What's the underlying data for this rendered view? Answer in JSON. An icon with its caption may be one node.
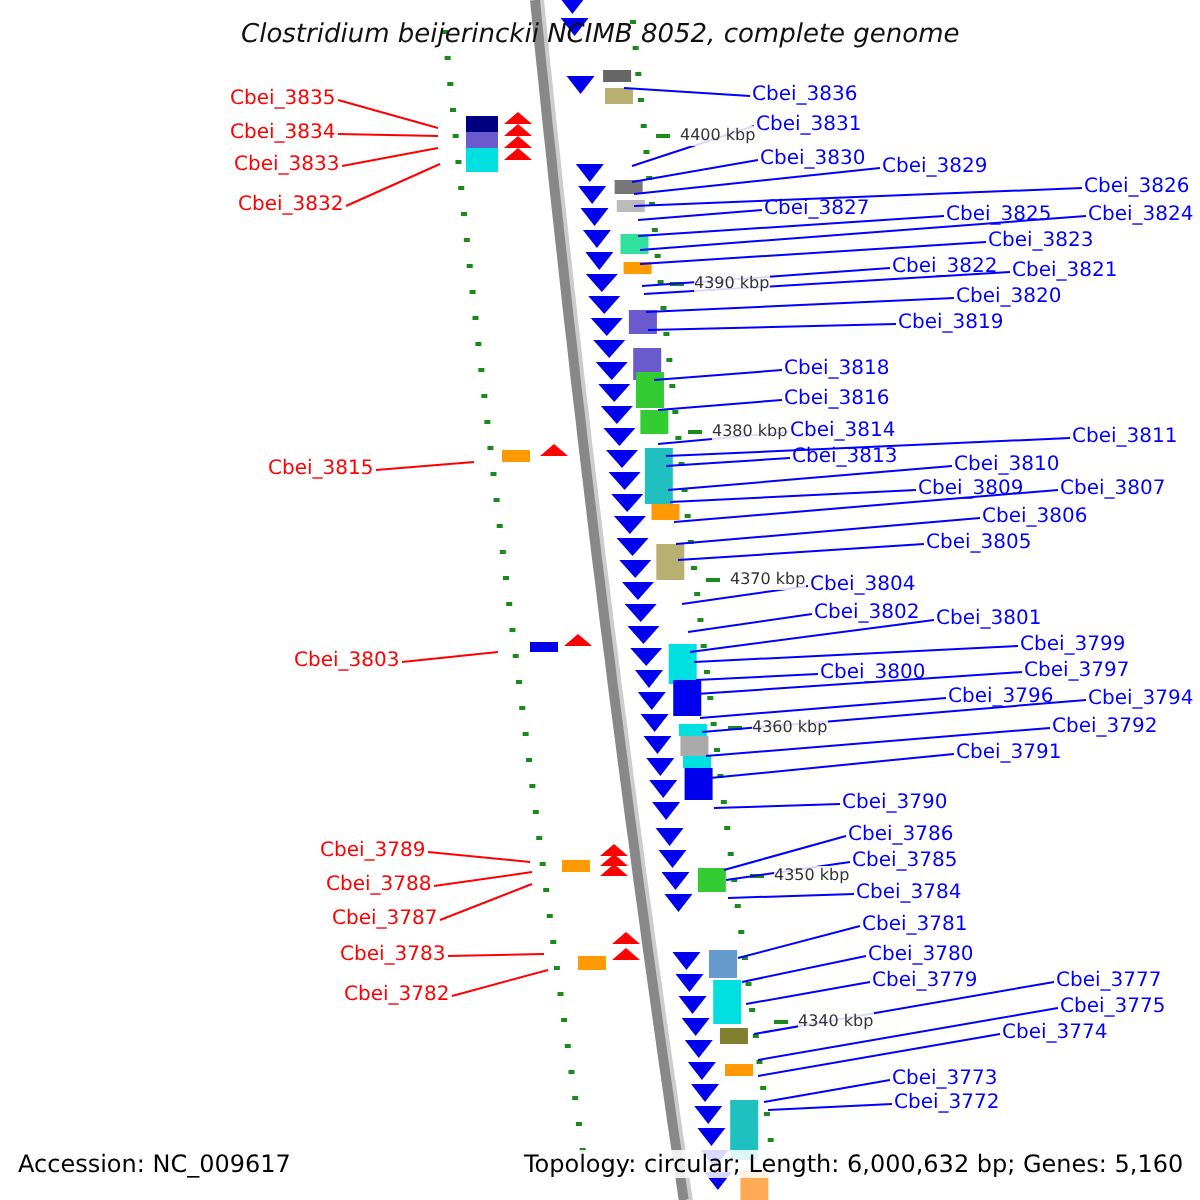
{
  "diagram": {
    "title": "Clostridium beijerinckii NCIMB 8052, complete genome",
    "nodes": [
      {
        "text": [
          "Cbei_3835"
        ]
      },
      {
        "text": [
          "Cbei_3834"
        ]
      },
      {
        "text": [
          "Cbei_3833"
        ]
      },
      {
        "text": [
          "Cbei_3832"
        ]
      },
      {
        "text": [
          "Cbei_3815"
        ]
      },
      {
        "text": [
          "Cbei_3803"
        ]
      },
      {
        "text": [
          "Cbei_3789"
        ]
      },
      {
        "text": [
          "Cbei_3788"
        ]
      },
      {
        "text": [
          "Cbei_3787"
        ]
      },
      {
        "text": [
          "Cbei_3783"
        ]
      },
      {
        "text": [
          "Cbei_3782"
        ]
      },
      {
        "text": [
          "Cbei_3836"
        ]
      },
      {
        "text": [
          "Cbei_3831"
        ]
      },
      {
        "text": [
          "Cbei_3830"
        ]
      },
      {
        "text": [
          "Cbei_3829"
        ]
      },
      {
        "text": [
          "Cbei_3826"
        ]
      },
      {
        "text": [
          "Cbei_3827"
        ]
      },
      {
        "text": [
          "Cbei_3825"
        ]
      },
      {
        "text": [
          "Cbei_3824"
        ]
      },
      {
        "text": [
          "Cbei_3823"
        ]
      },
      {
        "text": [
          "Cbei_3822"
        ]
      },
      {
        "text": [
          "Cbei_3821"
        ]
      },
      {
        "text": [
          "Cbei_3820"
        ]
      },
      {
        "text": [
          "Cbei_3819"
        ]
      },
      {
        "text": [
          "Cbei_3818"
        ]
      },
      {
        "text": [
          "Cbei_3816"
        ]
      },
      {
        "text": [
          "Cbei_3814"
        ]
      },
      {
        "text": [
          "Cbei_3811"
        ]
      },
      {
        "text": [
          "Cbei_3813"
        ]
      },
      {
        "text": [
          "Cbei_3810"
        ]
      },
      {
        "text": [
          "Cbei_3809"
        ]
      },
      {
        "text": [
          "Cbei_3807"
        ]
      },
      {
        "text": [
          "Cbei_3806"
        ]
      },
      {
        "text": [
          "Cbei_3805"
        ]
      },
      {
        "text": [
          "Cbei_3804"
        ]
      },
      {
        "text": [
          "Cbei_3802"
        ]
      },
      {
        "text": [
          "Cbei_3801"
        ]
      },
      {
        "text": [
          "Cbei_3799"
        ]
      },
      {
        "text": [
          "Cbei_3800"
        ]
      },
      {
        "text": [
          "Cbei_3797"
        ]
      },
      {
        "text": [
          "Cbei_3796"
        ]
      },
      {
        "text": [
          "Cbei_3794"
        ]
      },
      {
        "text": [
          "Cbei_3792"
        ]
      },
      {
        "text": [
          "Cbei_3791"
        ]
      },
      {
        "text": [
          "Cbei_3790"
        ]
      },
      {
        "text": [
          "Cbei_3786"
        ]
      },
      {
        "text": [
          "Cbei_3785"
        ]
      },
      {
        "text": [
          "Cbei_3784"
        ]
      },
      {
        "text": [
          "Cbei_3781"
        ]
      },
      {
        "text": [
          "Cbei_3780"
        ]
      },
      {
        "text": [
          "Cbei_3779"
        ]
      },
      {
        "text": [
          "Cbei_3777"
        ]
      },
      {
        "text": [
          "Cbei_3775"
        ]
      },
      {
        "text": [
          "Cbei_3774"
        ]
      },
      {
        "text": [
          "Cbei_3773"
        ]
      },
      {
        "text": [
          "Cbei_3772"
        ]
      }
    ],
    "edges": [
      {
        "from": 0,
        "to": null,
        "arrow": "none",
        "color": "#ff0000"
      },
      {
        "from": 1,
        "to": null,
        "arrow": "none",
        "color": "#ff0000"
      },
      {
        "from": 2,
        "to": null,
        "arrow": "none",
        "color": "#ff0000"
      },
      {
        "from": 3,
        "to": null,
        "arrow": "none",
        "color": "#ff0000"
      },
      {
        "from": 4,
        "to": null,
        "arrow": "none",
        "color": "#ff0000"
      },
      {
        "from": 5,
        "to": null,
        "arrow": "none",
        "color": "#ff0000"
      },
      {
        "from": 6,
        "to": null,
        "arrow": "none",
        "color": "#ff0000"
      },
      {
        "from": 7,
        "to": null,
        "arrow": "none",
        "color": "#ff0000"
      },
      {
        "from": 8,
        "to": null,
        "arrow": "none",
        "color": "#ff0000"
      },
      {
        "from": 9,
        "to": null,
        "arrow": "none",
        "color": "#ff0000"
      },
      {
        "from": 10,
        "to": null,
        "arrow": "none",
        "color": "#ff0000"
      },
      {
        "from": 11,
        "to": null,
        "arrow": "none"
      },
      {
        "from": 12,
        "to": null,
        "arrow": "none"
      },
      {
        "from": 13,
        "to": null,
        "arrow": "none"
      },
      {
        "from": 14,
        "to": null,
        "arrow": "none"
      },
      {
        "from": 15,
        "to": null,
        "arrow": "none"
      },
      {
        "from": 16,
        "to": null,
        "arrow": "none"
      },
      {
        "from": 17,
        "to": null,
        "arrow": "none"
      },
      {
        "from": 18,
        "to": null,
        "arrow": "none"
      },
      {
        "from": 19,
        "to": null,
        "arrow": "none"
      },
      {
        "from": 20,
        "to": null,
        "arrow": "none"
      },
      {
        "from": 21,
        "to": null,
        "arrow": "none"
      },
      {
        "from": 22,
        "to": null,
        "arrow": "none"
      },
      {
        "from": 23,
        "to": null,
        "arrow": "none"
      },
      {
        "from": 24,
        "to": null,
        "arrow": "none"
      },
      {
        "from": 25,
        "to": null,
        "arrow": "none"
      },
      {
        "from": 26,
        "to": null,
        "arrow": "none"
      },
      {
        "from": 27,
        "to": null,
        "arrow": "none"
      },
      {
        "from": 28,
        "to": null,
        "arrow": "none"
      },
      {
        "from": 29,
        "to": null,
        "arrow": "none"
      },
      {
        "from": 30,
        "to": null,
        "arrow": "none"
      },
      {
        "from": 31,
        "to": null,
        "arrow": "none"
      },
      {
        "from": 32,
        "to": null,
        "arrow": "none"
      },
      {
        "from": 33,
        "to": null,
        "arrow": "none"
      },
      {
        "from": 34,
        "to": null,
        "arrow": "none"
      },
      {
        "from": 35,
        "to": null,
        "arrow": "none"
      },
      {
        "from": 36,
        "to": null,
        "arrow": "none"
      },
      {
        "from": 37,
        "to": null,
        "arrow": "none"
      },
      {
        "from": 38,
        "to": null,
        "arrow": "none"
      },
      {
        "from": 39,
        "to": null,
        "arrow": "none"
      },
      {
        "from": 40,
        "to": null,
        "arrow": "none"
      },
      {
        "from": 41,
        "to": null,
        "arrow": "none"
      },
      {
        "from": 42,
        "to": null,
        "arrow": "none"
      },
      {
        "from": 43,
        "to": null,
        "arrow": "none"
      },
      {
        "from": 44,
        "to": null,
        "arrow": "none"
      },
      {
        "from": 45,
        "to": null,
        "arrow": "none"
      },
      {
        "from": 46,
        "to": null,
        "arrow": "none"
      },
      {
        "from": 47,
        "to": null,
        "arrow": "none"
      },
      {
        "from": 48,
        "to": null,
        "arrow": "none"
      },
      {
        "from": 49,
        "to": null,
        "arrow": "none"
      },
      {
        "from": 50,
        "to": null,
        "arrow": "none"
      },
      {
        "from": 51,
        "to": null,
        "arrow": "none"
      },
      {
        "from": 52,
        "to": null,
        "arrow": "none"
      },
      {
        "from": 53,
        "to": null,
        "arrow": "none"
      },
      {
        "from": 54,
        "to": null,
        "arrow": "none"
      },
      {
        "from": 55,
        "to": null,
        "arrow": "none"
      }
    ],
    "labels": [
      "4400 kbp",
      "4390 kbp",
      "4380 kbp",
      "4370 kbp",
      "4360 kbp",
      "4350 kbp",
      "4340 kbp",
      "Accession: NC_009617",
      "Topology: circular; Length: 6,000,632 bp; Genes: 5,160"
    ]
  }
}
